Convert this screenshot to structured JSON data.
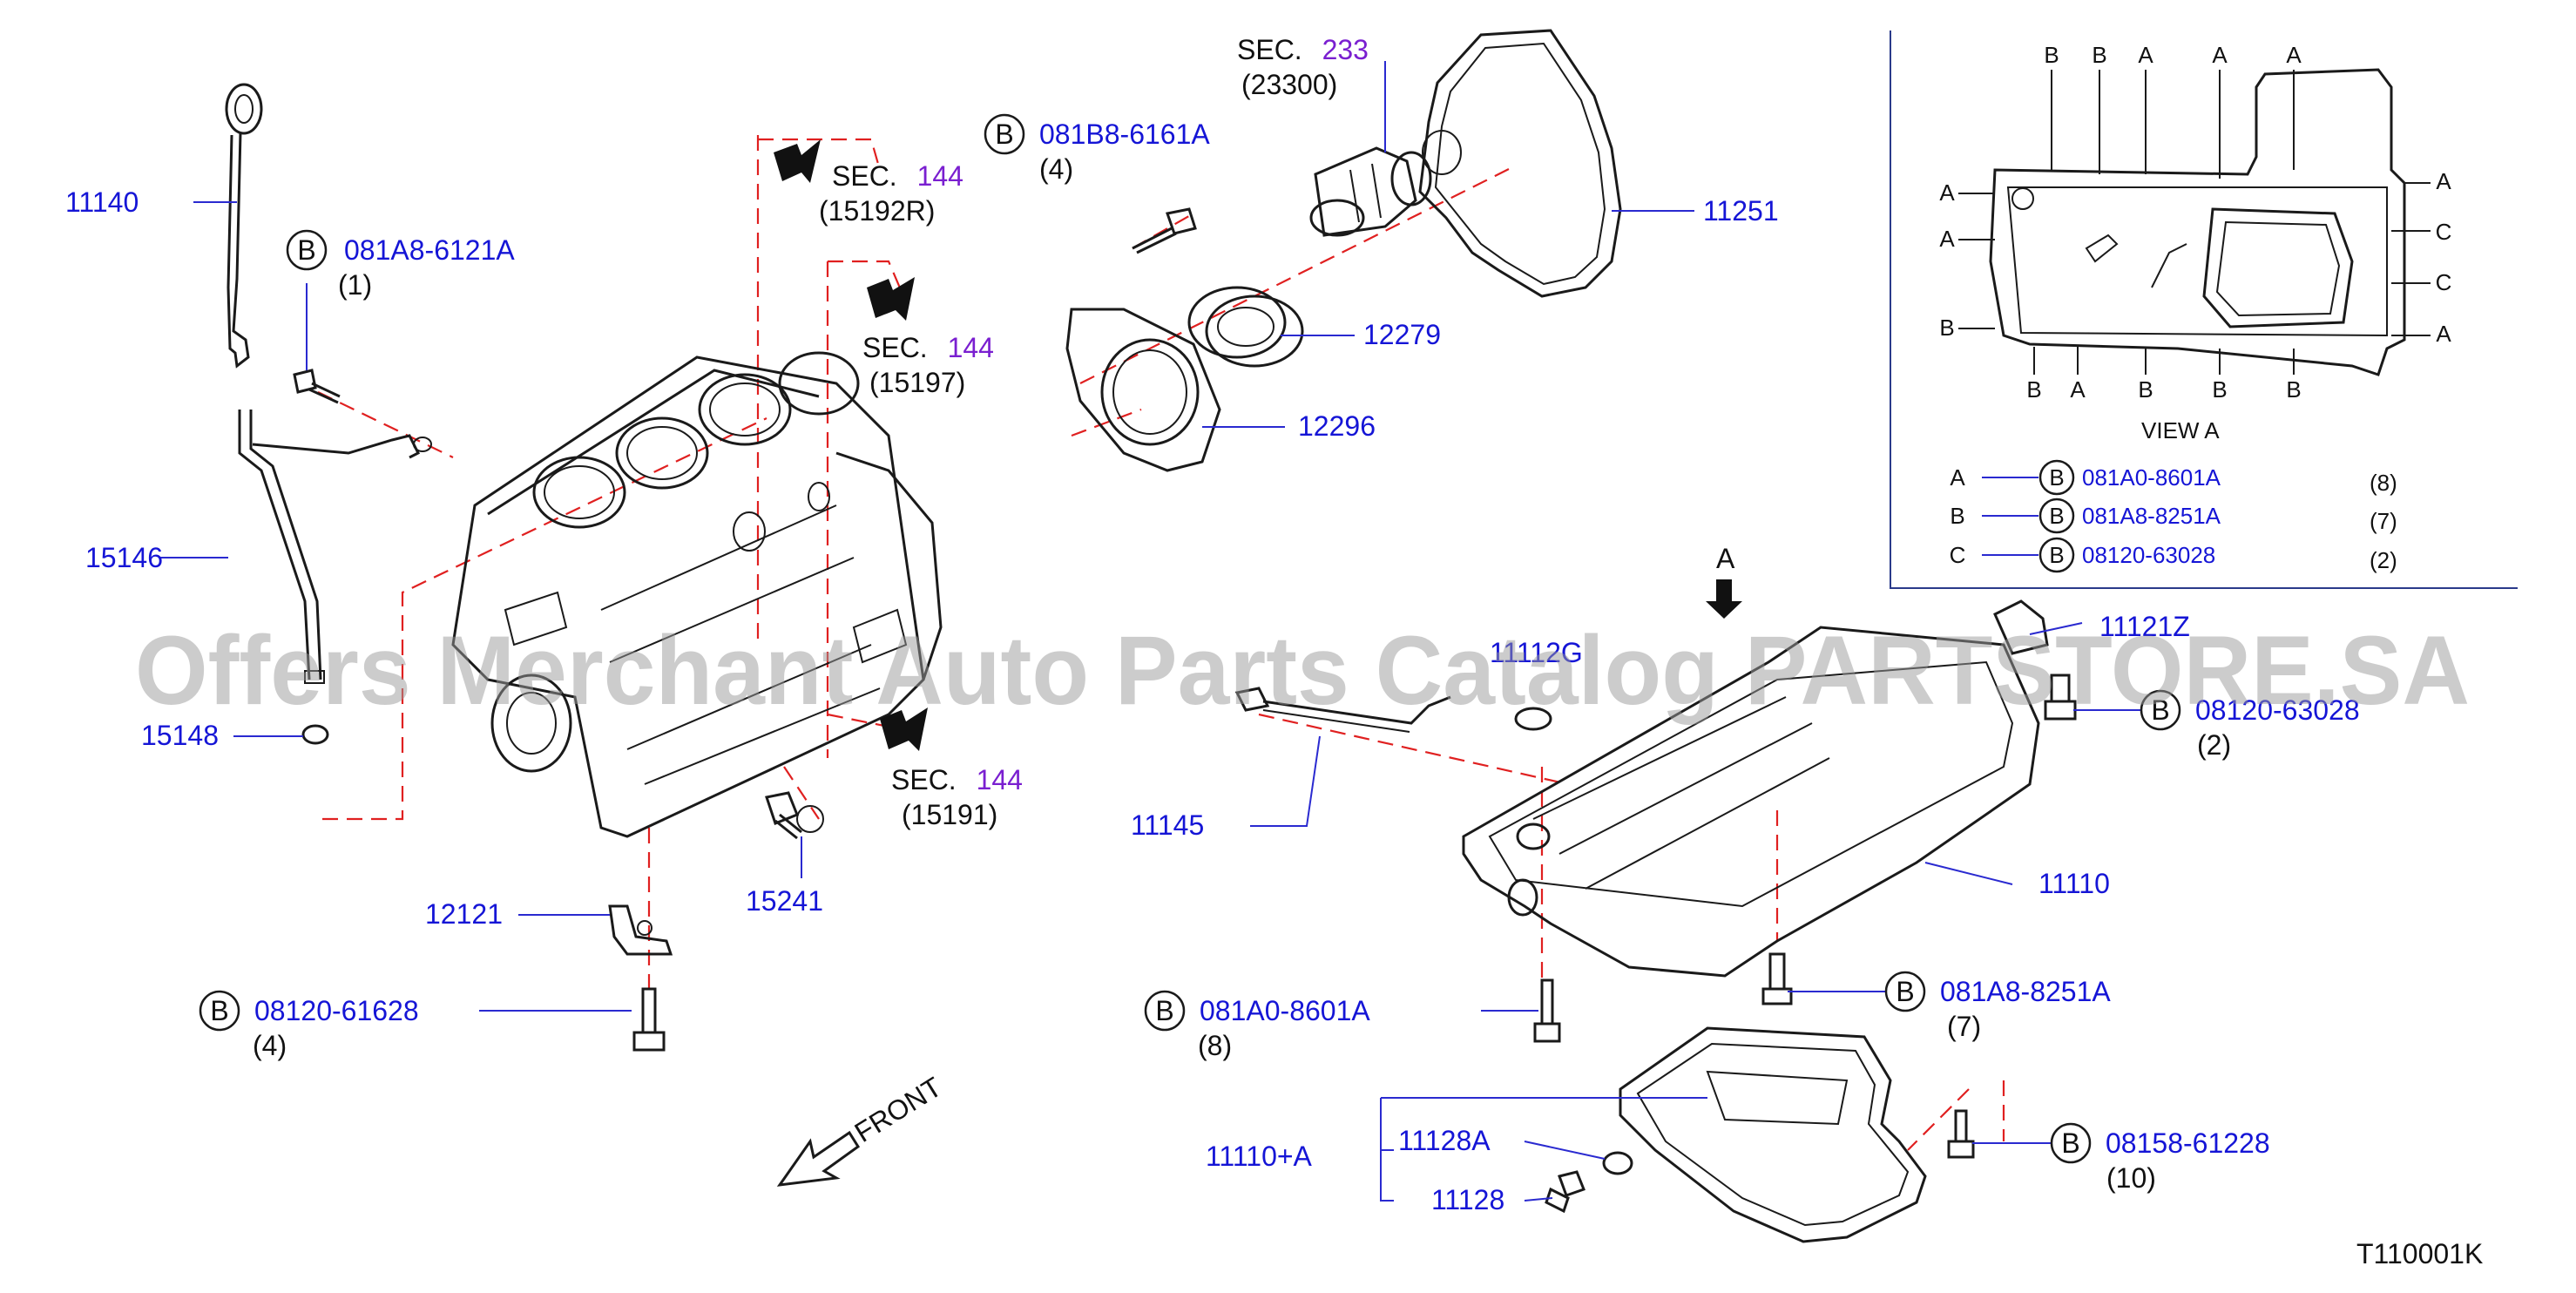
{
  "watermark": "Offers Merchant Auto Parts Catalog PARTSTORE.SA",
  "diagram_id": "T110001K",
  "front_label": "FRONT",
  "view_label": "VIEW   A",
  "arrow_a_label": "A",
  "bolt_marker": "B",
  "parts": {
    "p11140": "11140",
    "p15146": "15146",
    "p15148": "15148",
    "p12121": "12121",
    "p15241": "15241",
    "p12296": "12296",
    "p12279": "12279",
    "p11251": "11251",
    "p11145": "11145",
    "p11110": "11110",
    "p11110a": "11110+A",
    "p11128a": "11128A",
    "p11128": "11128",
    "p11112g": "11112G",
    "p11121z": "11121Z"
  },
  "bolts": {
    "b1": {
      "code": "081A8-6121A",
      "qty": "(1)"
    },
    "b2": {
      "code": "081B8-6161A",
      "qty": "(4)"
    },
    "b3": {
      "code": "08120-61628",
      "qty": "(4)"
    },
    "b4": {
      "code": "08120-63028",
      "qty": "(2)"
    },
    "b5": {
      "code": "081A0-8601A",
      "qty": "(8)"
    },
    "b6": {
      "code": "081A8-8251A",
      "qty": "(7)"
    },
    "b7": {
      "code": "08158-61228",
      "qty": "(10)"
    }
  },
  "sections": {
    "s1": {
      "prefix": "SEC.",
      "num": "144",
      "ref": "(15192R)"
    },
    "s2": {
      "prefix": "SEC.",
      "num": "144",
      "ref": "(15197)"
    },
    "s3": {
      "prefix": "SEC.",
      "num": "144",
      "ref": "(15191)"
    },
    "s4": {
      "prefix": "SEC.",
      "num": "233",
      "ref": "(23300)"
    }
  },
  "inset": {
    "top_letters": [
      "B",
      "B",
      "A",
      "A",
      "A"
    ],
    "left_letters": [
      "A",
      "A",
      "B"
    ],
    "right_letters": [
      "A",
      "C",
      "C",
      "A"
    ],
    "bottom_letters": [
      "B",
      "A",
      "B",
      "B",
      "B"
    ],
    "legend": [
      {
        "letter": "A",
        "code": "081A0-8601A",
        "qty": "(8)"
      },
      {
        "letter": "B",
        "code": "081A8-8251A",
        "qty": "(7)"
      },
      {
        "letter": "C",
        "code": "08120-63028",
        "qty": "(2)"
      }
    ]
  },
  "colors": {
    "part_number": "#1515d6",
    "section_number": "#7a1fd0",
    "leader": "#2a2ad0",
    "dashed_line": "#e02020"
  }
}
